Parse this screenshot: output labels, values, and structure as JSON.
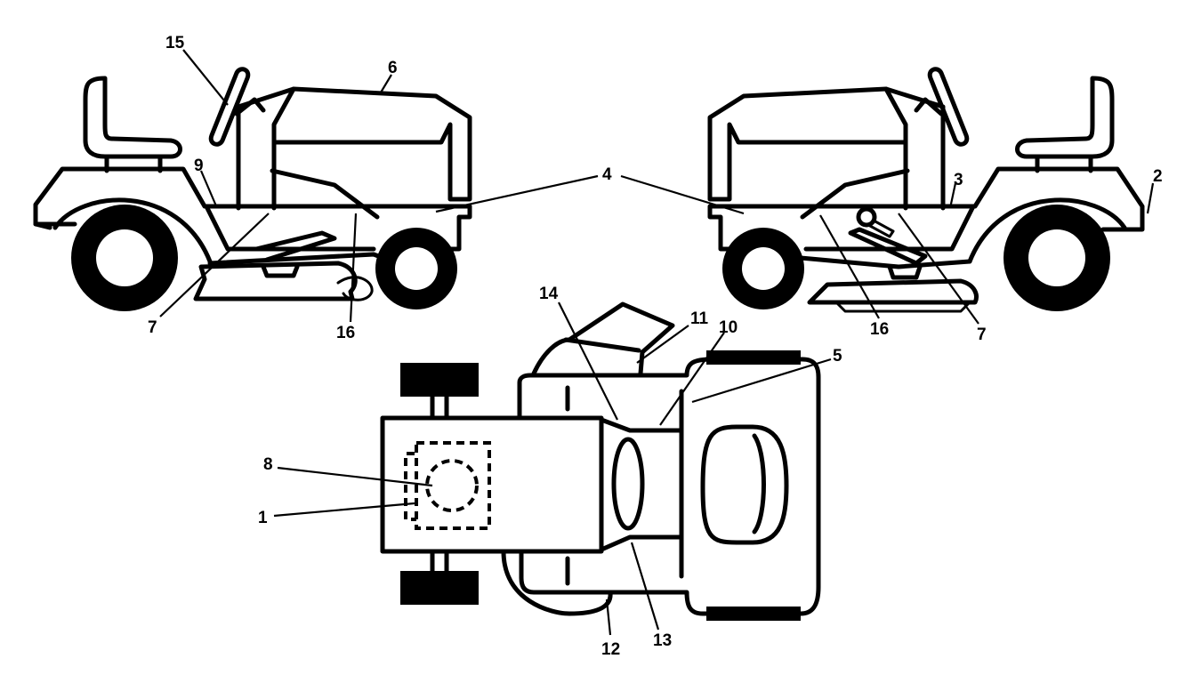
{
  "callouts": {
    "c1": "1",
    "c2": "2",
    "c3": "3",
    "c4": "4",
    "c5": "5",
    "c6": "6",
    "c7_left": "7",
    "c7_right": "7",
    "c8": "8",
    "c9": "9",
    "c10": "10",
    "c11": "11",
    "c12": "12",
    "c13": "13",
    "c14": "14",
    "c15": "15",
    "c16_left": "16",
    "c16_right": "16"
  },
  "colors": {
    "line": "#000000",
    "background": "#ffffff"
  }
}
